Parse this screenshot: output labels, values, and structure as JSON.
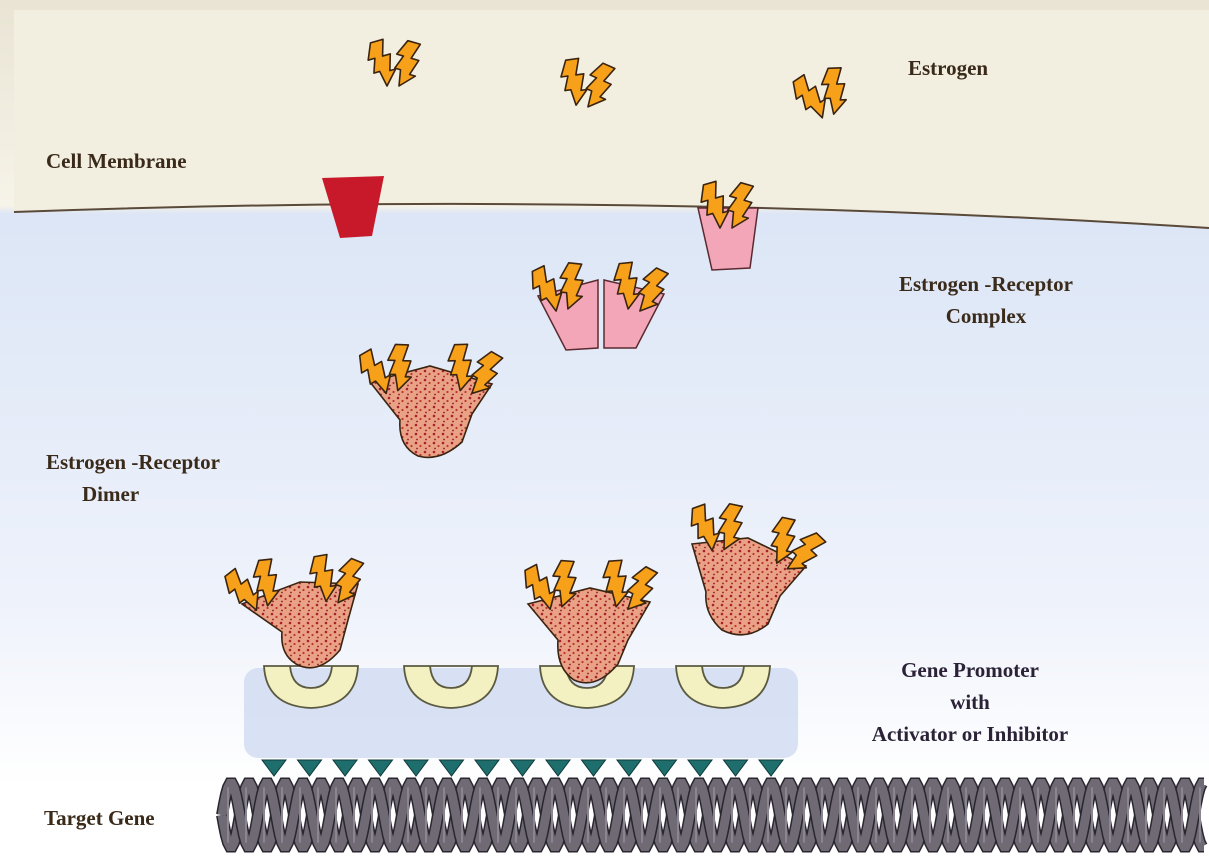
{
  "labels": {
    "estrogen": "Estrogen",
    "cell_membrane": "Cell Membrane",
    "complex_line1": "Estrogen -Receptor",
    "complex_line2": "Complex",
    "dimer_line1": "Estrogen -Receptor",
    "dimer_line2": "Dimer",
    "promoter_line1": "Gene Promoter",
    "promoter_line2": "with",
    "promoter_line3": "Activator or Inhibitor",
    "target_gene": "Target Gene"
  },
  "colors": {
    "extracellular": "#f4f0e3",
    "cytoplasm": "#dfe7f5",
    "membrane_line": "#5a4a3a",
    "receptor_free": "#c8192b",
    "receptor_bound": "#f2a6b8",
    "dimer": "#e8a888",
    "dimer_dots": "#b0282c",
    "estrogen_bolt": "#f7a11a",
    "estrogen_outline": "#3a2410",
    "promoter_cup": "#f3f0c2",
    "promoter_panel": "#cdd8f0",
    "dna_strand": "#6f6a73",
    "binding_site": "#1f6e6e"
  }
}
